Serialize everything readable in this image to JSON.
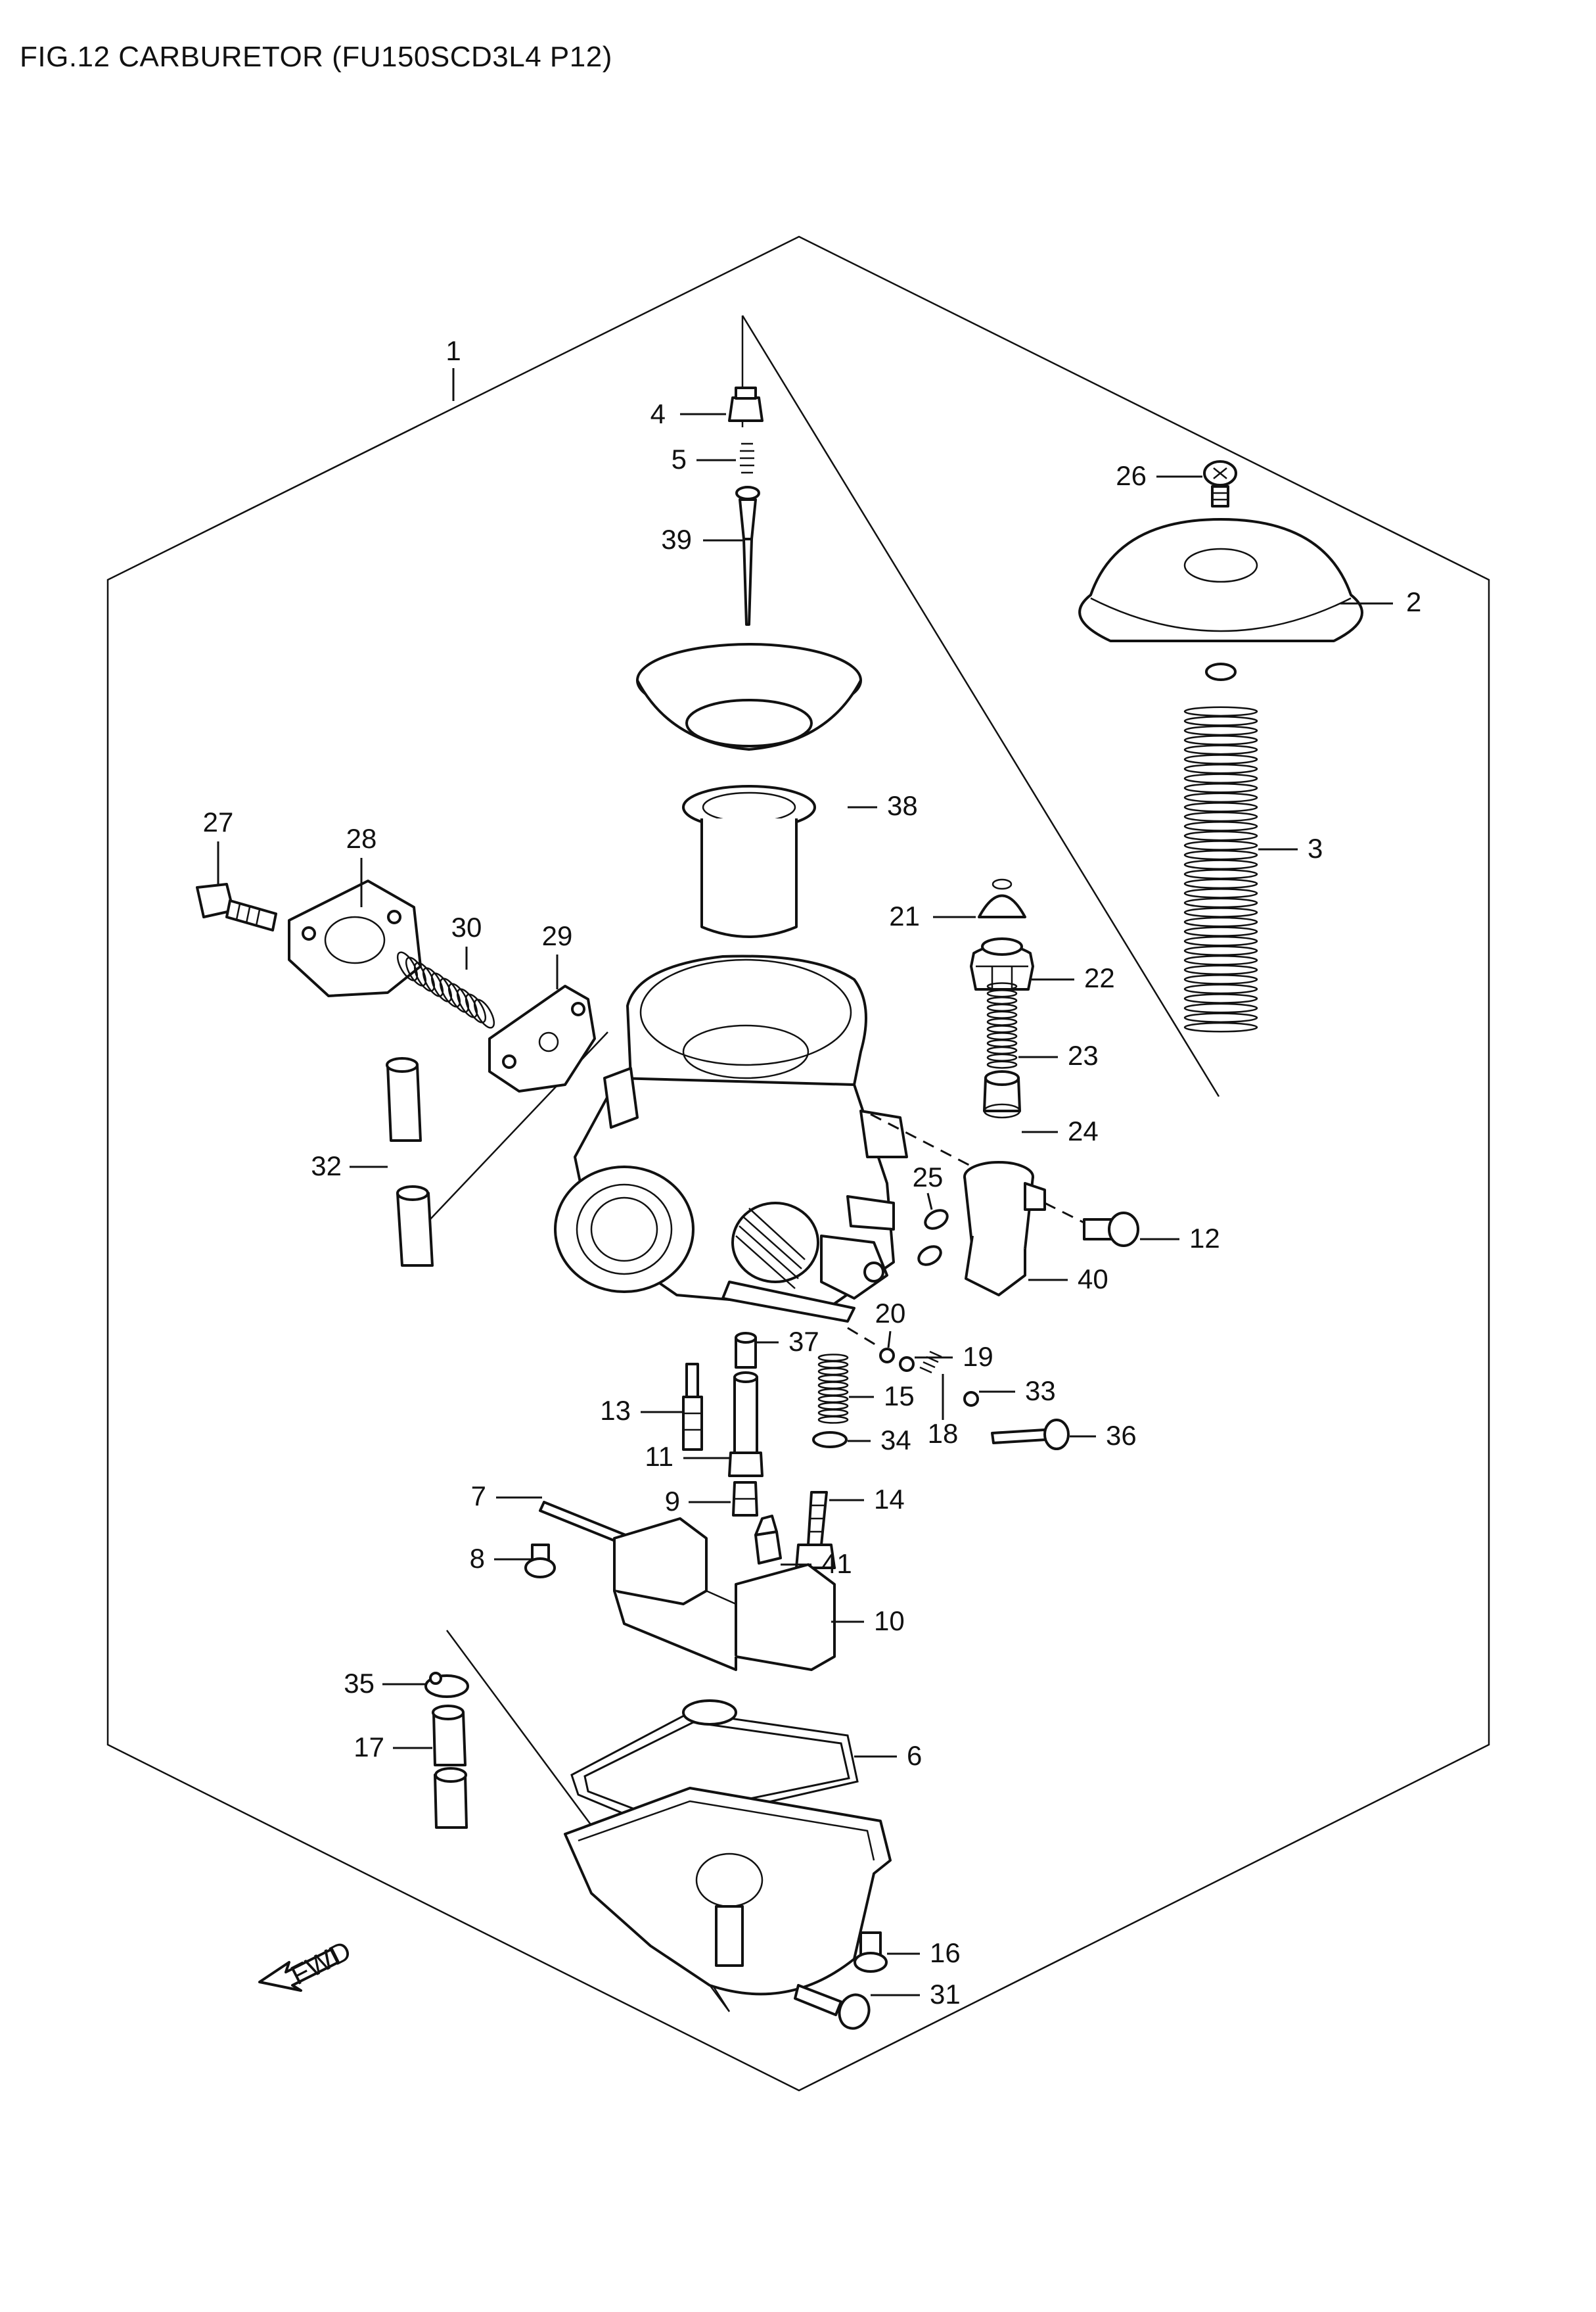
{
  "figure": {
    "title": "FIG.12 CARBURETOR (FU150SCD3L4 P12)",
    "fwd_label": "FWD"
  },
  "callouts": [
    "1",
    "2",
    "3",
    "4",
    "5",
    "6",
    "7",
    "8",
    "9",
    "10",
    "11",
    "12",
    "13",
    "14",
    "15",
    "16",
    "17",
    "18",
    "19",
    "20",
    "21",
    "22",
    "23",
    "24",
    "25",
    "26",
    "27",
    "28",
    "29",
    "30",
    "31",
    "32",
    "33",
    "34",
    "35",
    "36",
    "37",
    "38",
    "39",
    "40",
    "41"
  ]
}
